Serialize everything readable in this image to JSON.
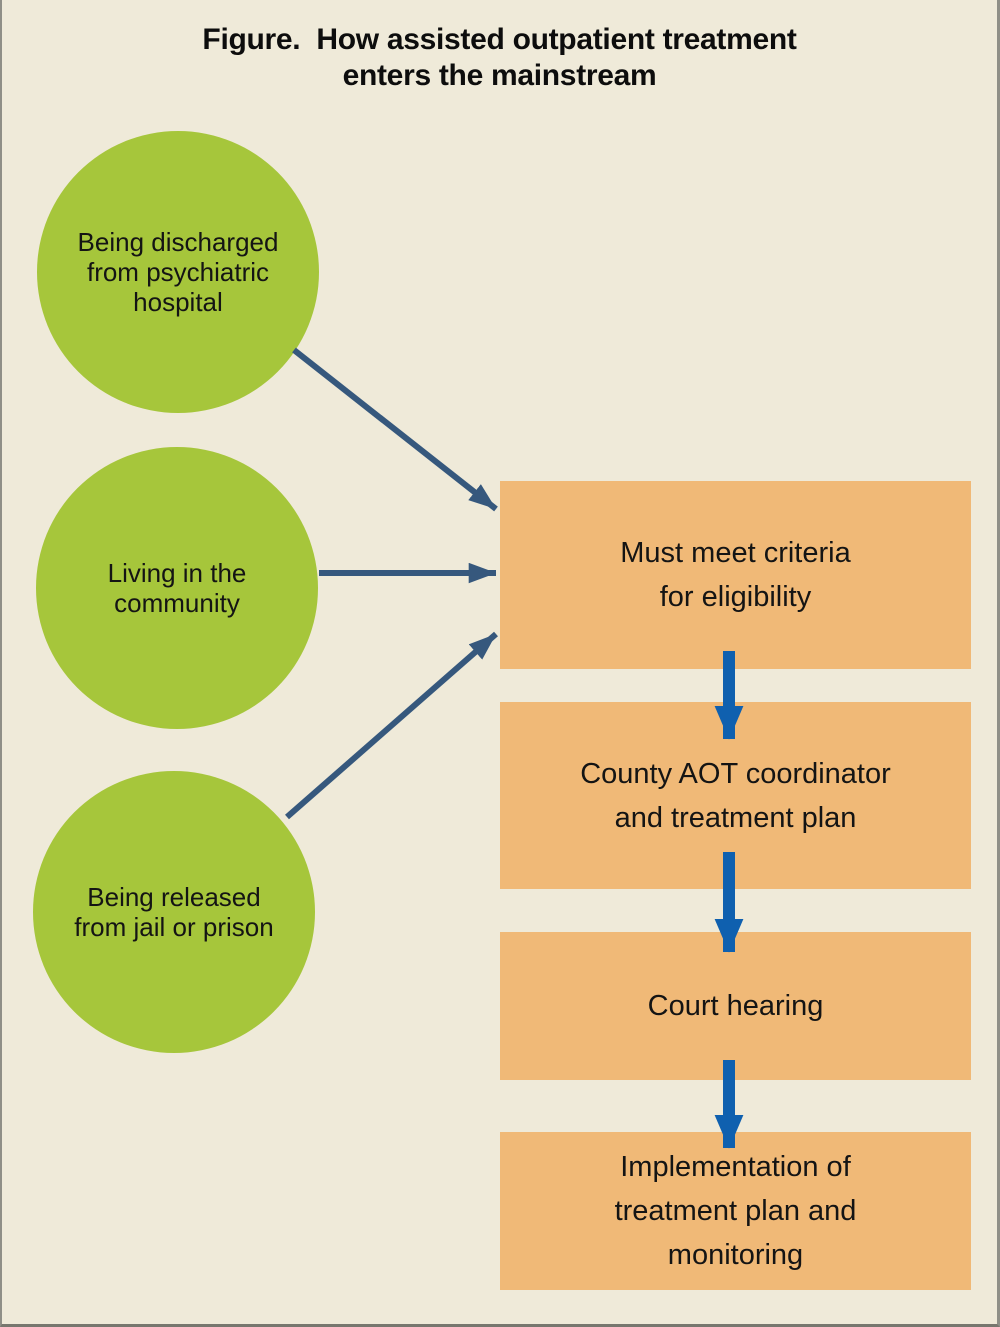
{
  "title": "Figure.  How assisted outpatient treatment\nenters the mainstream",
  "sources": [
    {
      "label": "Being discharged\nfrom psychiatric\nhospital"
    },
    {
      "label": "Living in the\ncommunity"
    },
    {
      "label": "Being released\nfrom jail or prison"
    }
  ],
  "steps": [
    {
      "label": "Must meet criteria\nfor eligibility"
    },
    {
      "label": "County AOT coordinator\nand treatment plan"
    },
    {
      "label": "Court hearing"
    },
    {
      "label": "Implementation of\ntreatment plan and\nmonitoring"
    }
  ],
  "colors": {
    "background": "#efead9",
    "circle_green": "#a6c63b",
    "box_orange": "#f0b977",
    "entry_arrow_blue": "#36587d",
    "flow_arrow_blue": "#0f60af",
    "text": "#141414",
    "border_gray": "#8f8f87"
  }
}
